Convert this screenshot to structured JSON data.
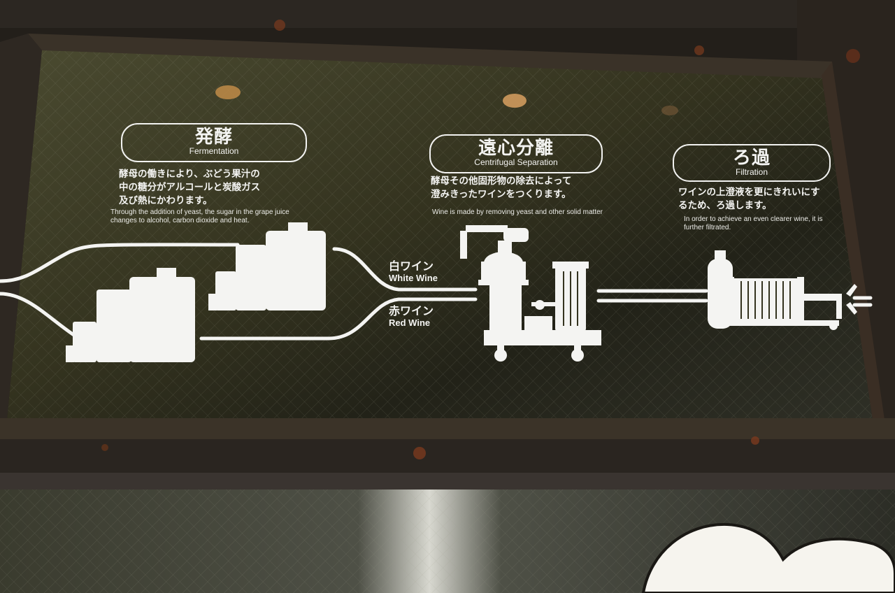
{
  "panels": {
    "fermentation": {
      "title_jp": "発酵",
      "title_en": "Fermentation",
      "desc_jp": "酵母の働きにより、ぶどう果汁の\n中の糖分がアルコールと炭酸ガス\n及び熱にかわります。",
      "desc_en": "Through the addition of yeast, the sugar in the grape juice\nchanges to alcohol, carbon dioxide and heat."
    },
    "centrifugal": {
      "title_jp": "遠心分離",
      "title_en": "Centrifugal Separation",
      "desc_jp": "酵母その他固形物の除去によって\n澄みきったワインをつくります。",
      "desc_en": "Wine is made by removing yeast and other solid matter"
    },
    "filtration": {
      "title_jp": "ろ過",
      "title_en": "Filtration",
      "desc_jp": "ワインの上澄液を更にきれいにす\nるため、ろ過します。",
      "desc_en": "In order to achieve an even clearer wine, it is\nfurther filtrated."
    }
  },
  "lines": {
    "white_wine": {
      "jp": "白ワイン",
      "en": "White Wine"
    },
    "red_wine": {
      "jp": "赤ワイン",
      "en": "Red Wine"
    }
  },
  "colors": {
    "frame": "#2a2520",
    "rust": "#7a3a1e",
    "glass": "#3a3826",
    "graphic": "#f4f4f2"
  }
}
